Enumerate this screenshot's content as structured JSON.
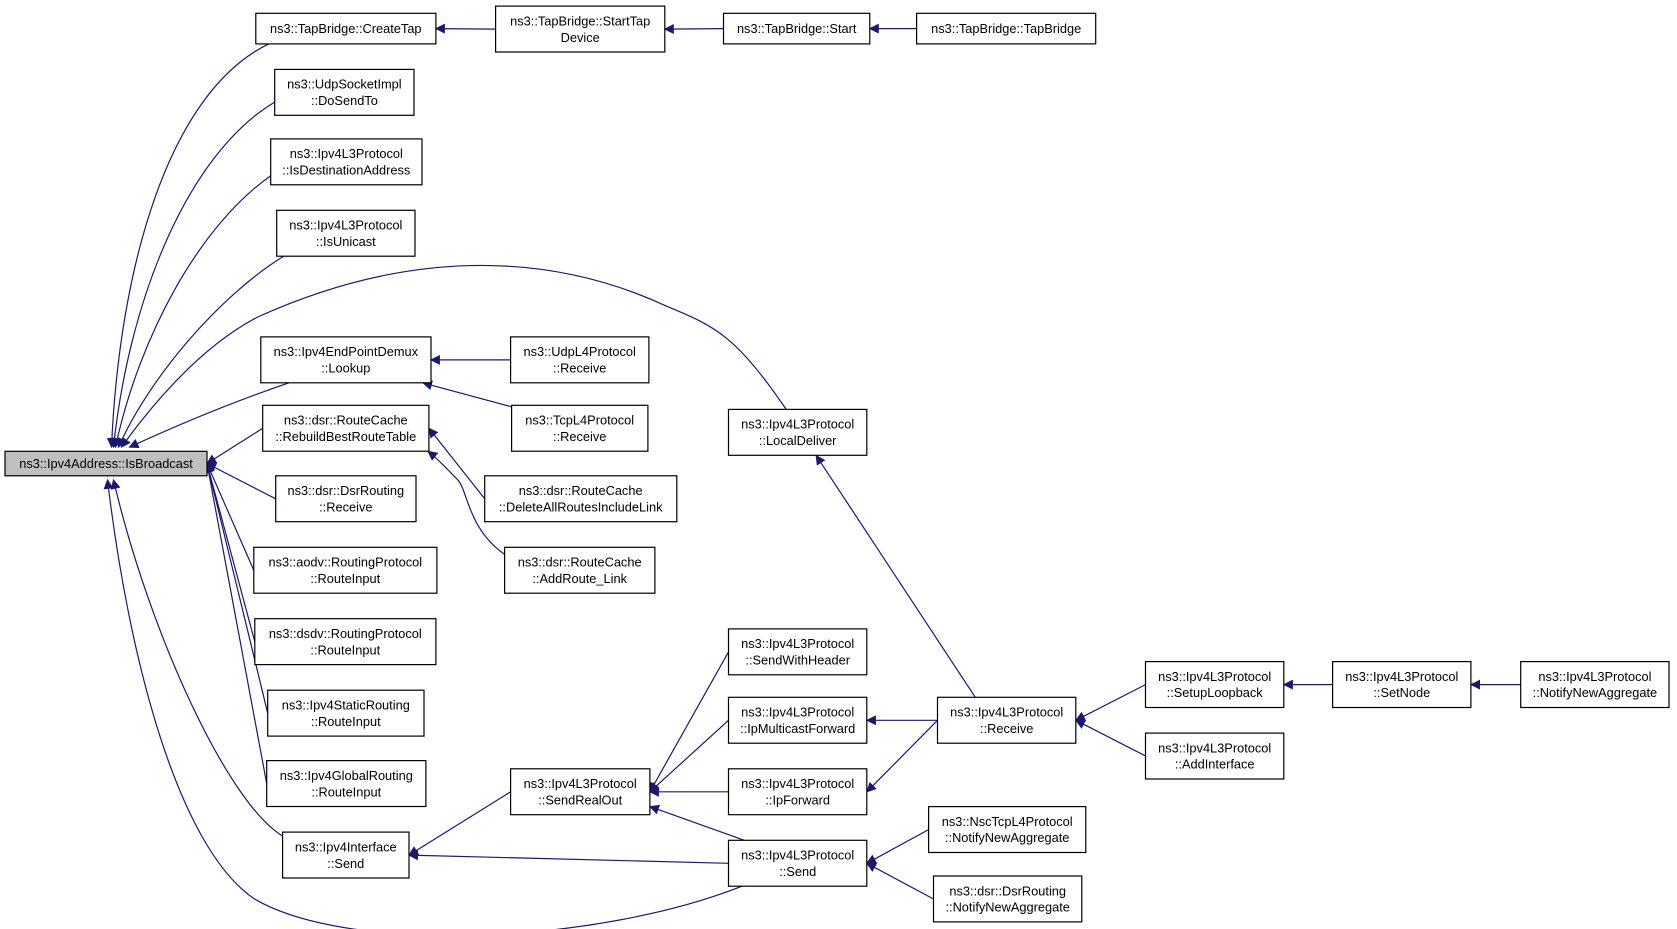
{
  "nodes": {
    "is_broadcast": [
      "ns3::Ipv4Address::IsBroadcast"
    ],
    "tap_create": [
      "ns3::TapBridge::CreateTap"
    ],
    "tap_start_device": [
      "ns3::TapBridge::StartTap",
      "Device"
    ],
    "tap_start": [
      "ns3::TapBridge::Start"
    ],
    "tap_bridge": [
      "ns3::TapBridge::TapBridge"
    ],
    "udp_dosendto": [
      "ns3::UdpSocketImpl",
      "::DoSendTo"
    ],
    "ipv4l3_isdest": [
      "ns3::Ipv4L3Protocol",
      "::IsDestinationAddress"
    ],
    "ipv4l3_isunicast": [
      "ns3::Ipv4L3Protocol",
      "::IsUnicast"
    ],
    "epdemux_lookup": [
      "ns3::Ipv4EndPointDemux",
      "::Lookup"
    ],
    "udpl4_receive": [
      "ns3::UdpL4Protocol",
      "::Receive"
    ],
    "tcpl4_receive": [
      "ns3::TcpL4Protocol",
      "::Receive"
    ],
    "routecache_rebuild": [
      "ns3::dsr::RouteCache",
      "::RebuildBestRouteTable"
    ],
    "routecache_delete": [
      "ns3::dsr::RouteCache",
      "::DeleteAllRoutesIncludeLink"
    ],
    "routecache_addroute": [
      "ns3::dsr::RouteCache",
      "::AddRoute_Link"
    ],
    "dsr_receive": [
      "ns3::dsr::DsrRouting",
      "::Receive"
    ],
    "aodv_routeinput": [
      "ns3::aodv::RoutingProtocol",
      "::RouteInput"
    ],
    "dsdv_routeinput": [
      "ns3::dsdv::RoutingProtocol",
      "::RouteInput"
    ],
    "static_routeinput": [
      "ns3::Ipv4StaticRouting",
      "::RouteInput"
    ],
    "global_routeinput": [
      "ns3::Ipv4GlobalRouting",
      "::RouteInput"
    ],
    "iface_send": [
      "ns3::Ipv4Interface",
      "::Send"
    ],
    "ipv4l3_localdeliver": [
      "ns3::Ipv4L3Protocol",
      "::LocalDeliver"
    ],
    "ipv4l3_sendwithheader": [
      "ns3::Ipv4L3Protocol",
      "::SendWithHeader"
    ],
    "ipv4l3_ipmcforward": [
      "ns3::Ipv4L3Protocol",
      "::IpMulticastForward"
    ],
    "ipv4l3_sendrealout": [
      "ns3::Ipv4L3Protocol",
      "::SendRealOut"
    ],
    "ipv4l3_ipforward": [
      "ns3::Ipv4L3Protocol",
      "::IpForward"
    ],
    "ipv4l3_send": [
      "ns3::Ipv4L3Protocol",
      "::Send"
    ],
    "ipv4l3_receive": [
      "ns3::Ipv4L3Protocol",
      "::Receive"
    ],
    "nsctcp_notify": [
      "ns3::NscTcpL4Protocol",
      "::NotifyNewAggregate"
    ],
    "dsr_notify": [
      "ns3::dsr::DsrRouting",
      "::NotifyNewAggregate"
    ],
    "ipv4l3_setuploopback": [
      "ns3::Ipv4L3Protocol",
      "::SetupLoopback"
    ],
    "ipv4l3_addinterface": [
      "ns3::Ipv4L3Protocol",
      "::AddInterface"
    ],
    "ipv4l3_setnode": [
      "ns3::Ipv4L3Protocol",
      "::SetNode"
    ],
    "ipv4l3_notify": [
      "ns3::Ipv4L3Protocol",
      "::NotifyNewAggregate"
    ]
  },
  "edges": [
    [
      "tap_create",
      "is_broadcast"
    ],
    [
      "udp_dosendto",
      "is_broadcast"
    ],
    [
      "ipv4l3_isdest",
      "is_broadcast"
    ],
    [
      "ipv4l3_isunicast",
      "is_broadcast"
    ],
    [
      "ipv4l3_localdeliver",
      "is_broadcast"
    ],
    [
      "epdemux_lookup",
      "is_broadcast"
    ],
    [
      "routecache_rebuild",
      "is_broadcast"
    ],
    [
      "dsr_receive",
      "is_broadcast"
    ],
    [
      "aodv_routeinput",
      "is_broadcast"
    ],
    [
      "dsdv_routeinput",
      "is_broadcast"
    ],
    [
      "static_routeinput",
      "is_broadcast"
    ],
    [
      "global_routeinput",
      "is_broadcast"
    ],
    [
      "iface_send",
      "is_broadcast"
    ],
    [
      "ipv4l3_send",
      "is_broadcast"
    ],
    [
      "tap_start_device",
      "tap_create"
    ],
    [
      "tap_start",
      "tap_start_device"
    ],
    [
      "tap_bridge",
      "tap_start"
    ],
    [
      "udpl4_receive",
      "epdemux_lookup"
    ],
    [
      "tcpl4_receive",
      "epdemux_lookup"
    ],
    [
      "routecache_delete",
      "routecache_rebuild"
    ],
    [
      "routecache_addroute",
      "routecache_rebuild"
    ],
    [
      "ipv4l3_sendrealout",
      "iface_send"
    ],
    [
      "ipv4l3_send",
      "iface_send"
    ],
    [
      "ipv4l3_sendwithheader",
      "ipv4l3_sendrealout"
    ],
    [
      "ipv4l3_ipmcforward",
      "ipv4l3_sendrealout"
    ],
    [
      "ipv4l3_ipforward",
      "ipv4l3_sendrealout"
    ],
    [
      "ipv4l3_send",
      "ipv4l3_sendrealout"
    ],
    [
      "ipv4l3_receive",
      "ipv4l3_localdeliver"
    ],
    [
      "ipv4l3_receive",
      "ipv4l3_ipmcforward"
    ],
    [
      "ipv4l3_receive",
      "ipv4l3_ipforward"
    ],
    [
      "nsctcp_notify",
      "ipv4l3_send"
    ],
    [
      "dsr_notify",
      "ipv4l3_send"
    ],
    [
      "ipv4l3_setuploopback",
      "ipv4l3_receive"
    ],
    [
      "ipv4l3_addinterface",
      "ipv4l3_receive"
    ],
    [
      "ipv4l3_setnode",
      "ipv4l3_setuploopback"
    ],
    [
      "ipv4l3_notify",
      "ipv4l3_setnode"
    ]
  ],
  "colors": {
    "edge": "#191970",
    "root_fill": "#bfbfbf",
    "node_fill": "#ffffff",
    "node_border": "#000000"
  }
}
